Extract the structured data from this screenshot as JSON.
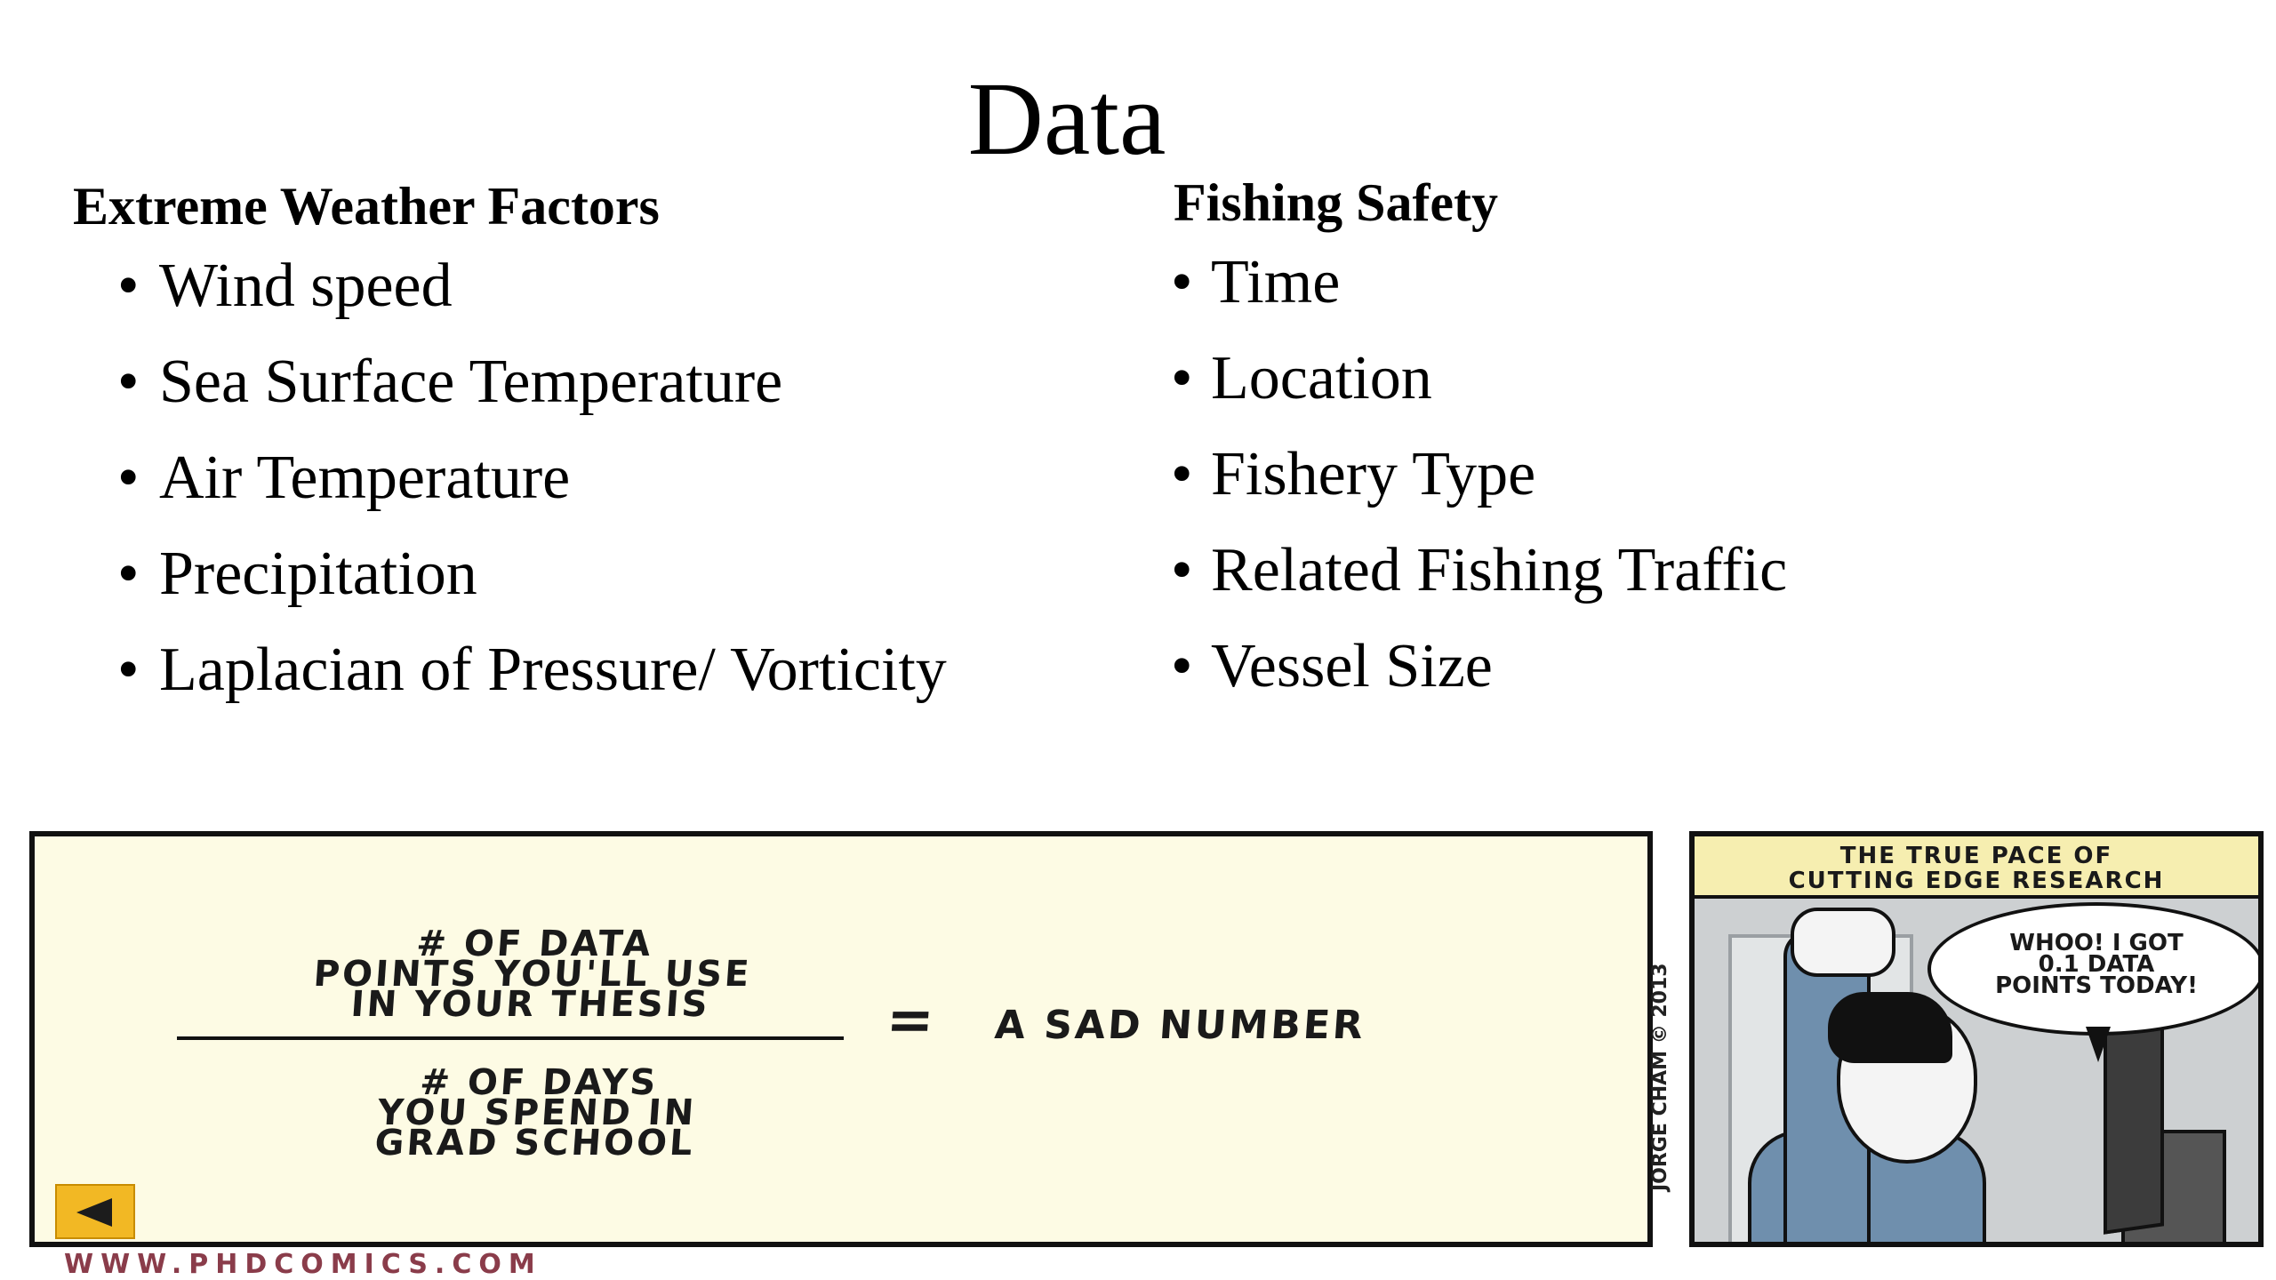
{
  "slide": {
    "title": "Data"
  },
  "left_column": {
    "heading": "Extreme Weather Factors",
    "items": [
      "Wind speed",
      "Sea Surface Temperature",
      "Air Temperature",
      "Precipitation",
      "Laplacian of Pressure/ Vorticity"
    ]
  },
  "right_column": {
    "heading": "Fishing Safety",
    "items": [
      "Time",
      "Location",
      "Fishery Type",
      "Related Fishing Traffic",
      "Vessel Size"
    ]
  },
  "bullet_char": "•",
  "comic_main": {
    "numerator": [
      "# OF DATA",
      "POINTS YOU'LL USE",
      "IN YOUR THESIS"
    ],
    "denominator": [
      "# OF DAYS",
      "YOU SPEND IN",
      "GRAD SCHOOL"
    ],
    "equals": "=",
    "result": "A SAD NUMBER",
    "credit": "JORGE CHAM © 2013",
    "url": "WWW.PHDCOMICS.COM",
    "back_icon": "left-triangle-icon",
    "background_color": "#fdfbe4",
    "button_color": "#f2b824"
  },
  "comic_side": {
    "caption": [
      "THE TRUE PACE OF",
      "CUTTING EDGE RESEARCH"
    ],
    "speech": [
      "WHOO! I GOT",
      "0.1 DATA",
      "POINTS TODAY!"
    ]
  }
}
